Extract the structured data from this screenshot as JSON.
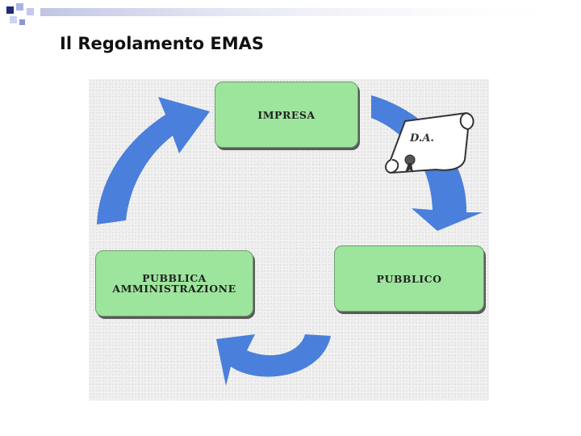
{
  "slide": {
    "title": "Il Regolamento EMAS"
  },
  "diagram": {
    "nodes": [
      {
        "id": "impresa",
        "label": "IMPRESA"
      },
      {
        "id": "pubblico",
        "label": "PUBBLICO"
      },
      {
        "id": "pa",
        "label": "PUBBLICA AMMINISTRAZIONE"
      }
    ],
    "seal_label": "D.A.",
    "colors": {
      "box_fill": "#9de59c",
      "arrow_fill": "#4a7fdb",
      "corner_dark": "#1f2a7a",
      "corner_light": "#a9b3e6"
    },
    "icons": [
      "scroll-icon",
      "seal-icon",
      "cycle-arrow-icon"
    ]
  }
}
